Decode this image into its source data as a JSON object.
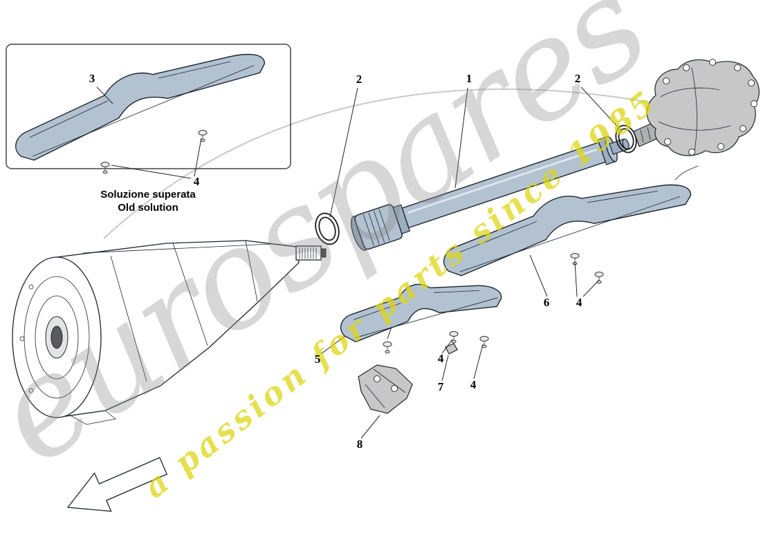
{
  "watermark": {
    "brand": "eurospares",
    "tagline": "a passion for parts since 1985"
  },
  "inset": {
    "caption_line1": "Soluzione superata",
    "caption_line2": "Old solution"
  },
  "callouts": {
    "old_shield": "3",
    "old_fastener": "4",
    "front_ring": "2",
    "driveshaft_tube": "1",
    "rear_ring": "2",
    "rear_shield": "6",
    "rear_fastener": "4",
    "front_shield": "5",
    "mid_fastener": "4",
    "screw": "7",
    "mid_fastener2": "4",
    "bracket": "8"
  },
  "colors": {
    "part_blue": "#b3c2d1",
    "part_blue_dark": "#9cafc0",
    "metal": "#c7c7c7",
    "line": "#1c2430",
    "watermark_gray": "rgba(130,130,130,0.32)",
    "tagline_yellow": "rgba(220,214,20,0.75)"
  }
}
